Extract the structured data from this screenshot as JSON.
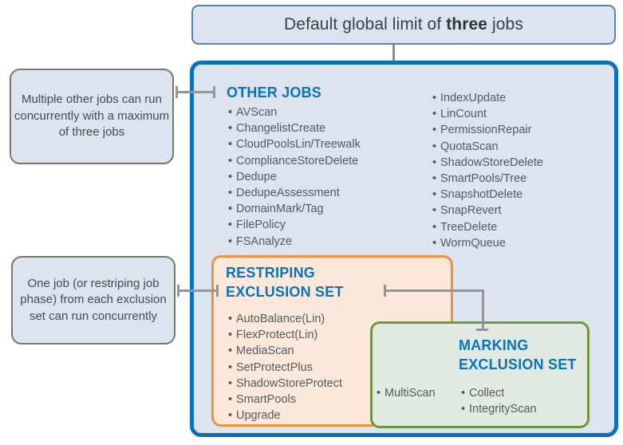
{
  "title": {
    "prefix": "Default global limit of ",
    "emphasis": "three",
    "suffix": " jobs",
    "full": "Default global limit of three jobs"
  },
  "callouts": [
    {
      "name": "multiple-other-jobs",
      "text": "Multiple other jobs can run concurrently with a maximum of three jobs"
    },
    {
      "name": "one-job-per-exclusion-set",
      "text": "One job (or restriping job phase) from each exclusion set can run concurrently"
    }
  ],
  "other_jobs": {
    "title": "OTHER JOBS",
    "left_column": [
      "AVScan",
      "ChangelistCreate",
      "CloudPoolsLin/Treewalk",
      "ComplianceStoreDelete",
      "Dedupe",
      "DedupeAssessment",
      "DomainMark/Tag",
      "FilePolicy",
      "FSAnalyze"
    ],
    "right_column": [
      "IndexUpdate",
      "LinCount",
      "PermissionRepair",
      "QuotaScan",
      "ShadowStoreDelete",
      "SmartPools/Tree",
      "SnapshotDelete",
      "SnapRevert",
      "TreeDelete",
      "WormQueue"
    ]
  },
  "restriping_set": {
    "title_line1": "RESTRIPING",
    "title_line2": "EXCLUSION SET",
    "jobs": [
      "AutoBalance(Lin)",
      "FlexProtect(Lin)",
      "MediaScan",
      "SetProtectPlus",
      "ShadowStoreProtect",
      "SmartPools",
      "Upgrade"
    ]
  },
  "marking_set": {
    "title_line1": "MARKING",
    "title_line2": "EXCLUSION SET",
    "jobs": [
      "Collect",
      "IntegrityScan"
    ]
  },
  "shared_jobs": [
    "MultiScan"
  ],
  "colors": {
    "outer_border": "#0a71bd",
    "outer_fill": "#dce4f0",
    "title_border": "#5580b8",
    "title_fill": "#dce4f0",
    "restriping_border": "#f2913d",
    "restriping_fill": "#fce9dc",
    "marking_border": "#6d9640",
    "marking_fill": "#e2ebe2",
    "intersection_fill": "#f2eedd",
    "callout_border": "#767676",
    "callout_fill": "#dce4f0",
    "heading_text": "#0b73be",
    "body_text": "#57595b",
    "connector": "#939598"
  }
}
